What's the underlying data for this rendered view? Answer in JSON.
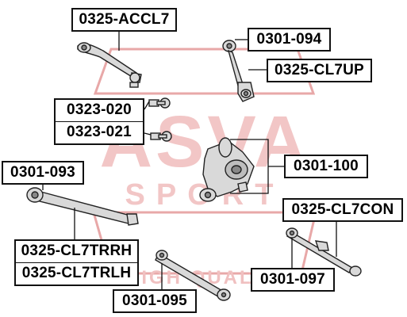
{
  "watermark": {
    "brand": "ASVA",
    "tagline": "SPORT",
    "footer": "HIGH QUALITY",
    "color": "#e8a8a8"
  },
  "parts": [
    {
      "id": "p-0325-accl7",
      "label": "0325-ACCL7"
    },
    {
      "id": "p-0301-094",
      "label": "0301-094"
    },
    {
      "id": "p-0325-cl7up",
      "label": "0325-CL7UP"
    },
    {
      "id": "p-0323-020",
      "label": "0323-020"
    },
    {
      "id": "p-0323-021",
      "label": "0323-021"
    },
    {
      "id": "p-0301-093",
      "label": "0301-093"
    },
    {
      "id": "p-0301-100",
      "label": "0301-100"
    },
    {
      "id": "p-0325-cl7con",
      "label": "0325-CL7CON"
    },
    {
      "id": "p-0325-cl7trrh",
      "label": "0325-CL7TRRH"
    },
    {
      "id": "p-0325-cl7trlh",
      "label": "0325-CL7TRLH"
    },
    {
      "id": "p-0301-097",
      "label": "0301-097"
    },
    {
      "id": "p-0301-095",
      "label": "0301-095"
    }
  ],
  "colors": {
    "line": "#111111",
    "part_fill": "#d9d9d9",
    "part_stroke": "#222222"
  }
}
